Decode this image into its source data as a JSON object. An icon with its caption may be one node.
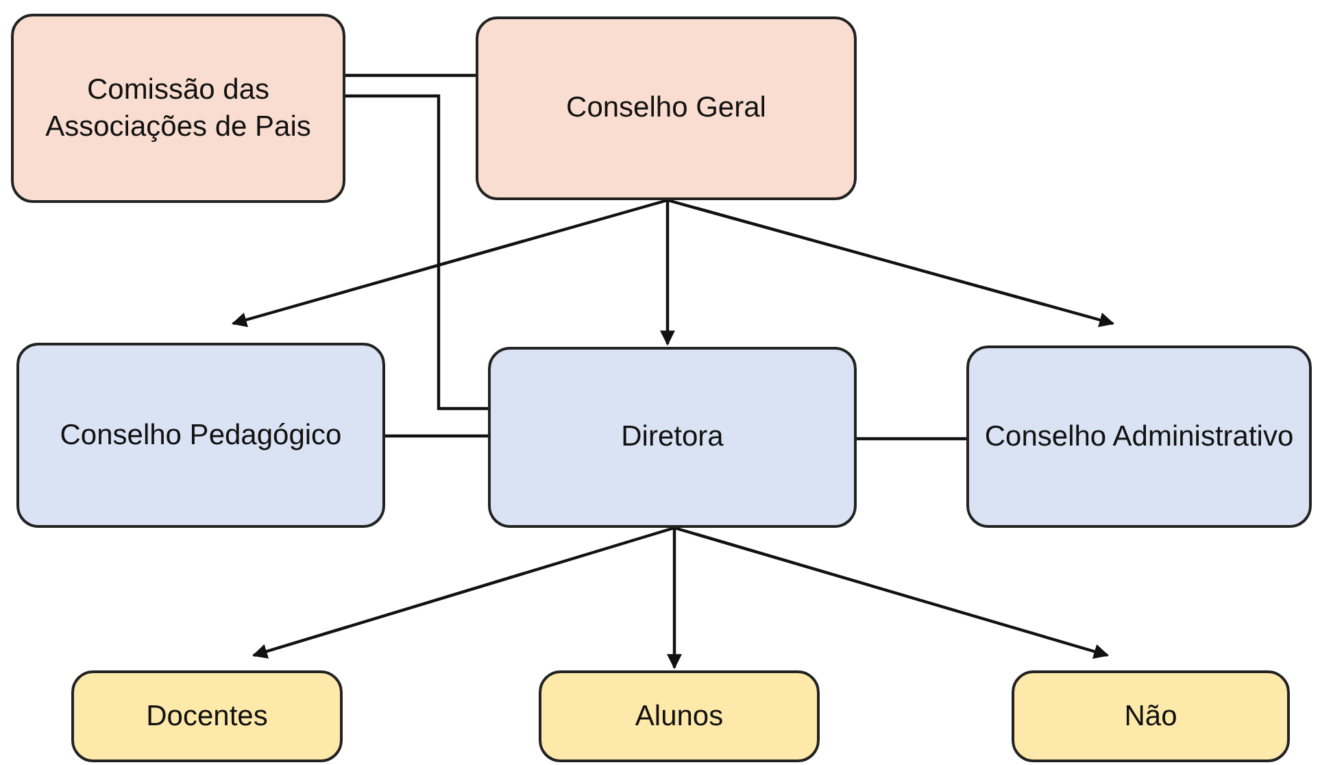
{
  "diagram": {
    "nodes": [
      {
        "text": [
          "Comissão das Associações de Pais"
        ]
      },
      {
        "text": [
          "Conselho Geral"
        ]
      },
      {
        "text": [
          "Conselho Pedagógico"
        ]
      },
      {
        "text": [
          "Diretora"
        ]
      },
      {
        "text": [
          "Conselho Administrativo"
        ]
      },
      {
        "text": [
          "Docentes"
        ]
      },
      {
        "text": [
          "Alunos"
        ]
      },
      {
        "text": [
          "Não"
        ]
      }
    ],
    "edges": [
      {
        "from": 0,
        "to": 1,
        "arrow": "none"
      },
      {
        "from": 0,
        "to": 3,
        "arrow": "none"
      },
      {
        "from": 1,
        "to": 2,
        "arrow": "to"
      },
      {
        "from": 1,
        "to": 3,
        "arrow": "to"
      },
      {
        "from": 1,
        "to": 4,
        "arrow": "to"
      },
      {
        "from": 2,
        "to": 3,
        "arrow": "none"
      },
      {
        "from": 3,
        "to": 4,
        "arrow": "none"
      },
      {
        "from": 3,
        "to": 5,
        "arrow": "to"
      },
      {
        "from": 3,
        "to": 6,
        "arrow": "to"
      },
      {
        "from": 3,
        "to": 7,
        "arrow": "to"
      }
    ]
  }
}
